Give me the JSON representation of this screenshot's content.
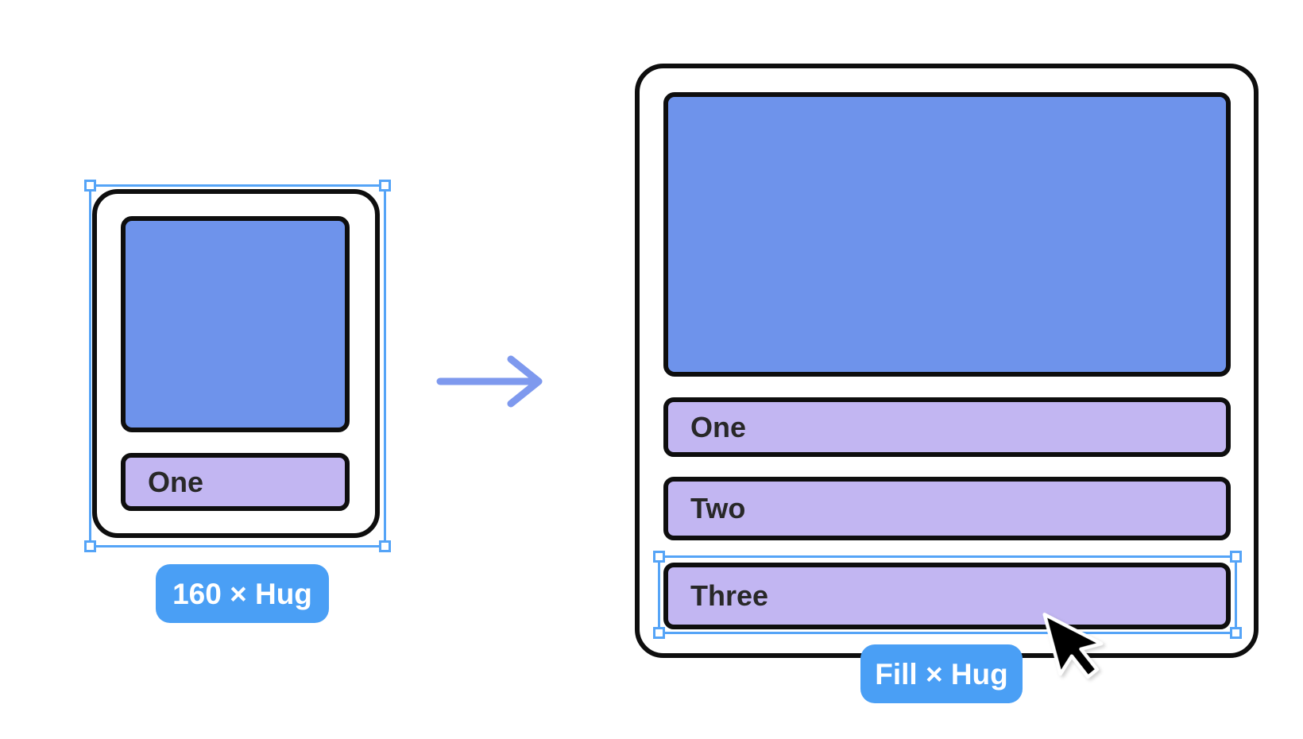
{
  "colors": {
    "background": "#ffffff",
    "outline": "#0e0e0e",
    "image_fill": "#6e93eb",
    "row_fill": "#c2b6f2",
    "selection_blue": "#55a4f7",
    "badge_blue": "#4a9ff5",
    "badge_text": "#ffffff",
    "label_text": "#282828",
    "arrow_blue": "#7e99ee"
  },
  "before": {
    "rows": [
      {
        "label": "One"
      }
    ],
    "size_badge": "160 × Hug"
  },
  "after": {
    "rows": [
      {
        "label": "One"
      },
      {
        "label": "Two"
      },
      {
        "label": "Three"
      }
    ],
    "size_badge": "Fill × Hug",
    "selected_row": "Three"
  },
  "icons": {
    "arrow": "arrow-right-icon",
    "cursor": "mouse-cursor-icon",
    "handles": "selection-handle"
  }
}
